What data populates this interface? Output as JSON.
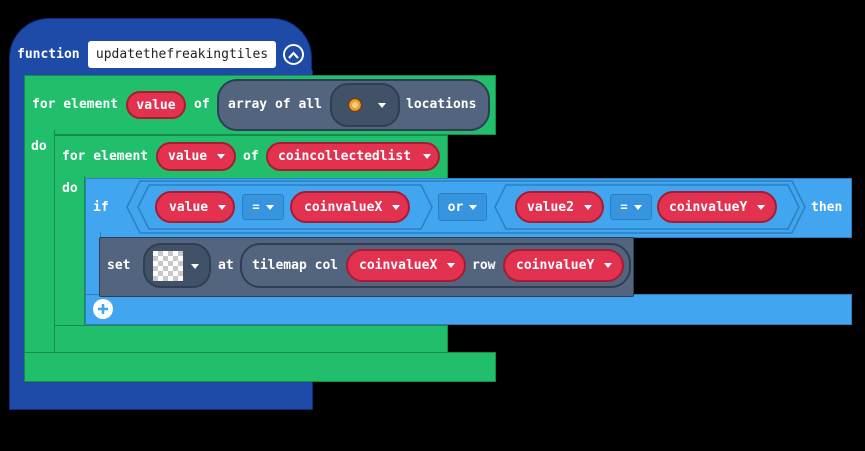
{
  "function_block": {
    "keyword": "function",
    "name": "updatethefreakingtiles"
  },
  "outer_loop": {
    "for_element": "for element",
    "variable": "value",
    "of": "of",
    "array_of_all": "array of all",
    "locations": "locations",
    "do": "do"
  },
  "inner_loop": {
    "for_element": "for element",
    "variable": "value",
    "of": "of",
    "list": "coincollectedlist",
    "do": "do"
  },
  "if_block": {
    "if": "if",
    "left_var": "value",
    "left_op": "=",
    "left_rhs": "coinvalueX",
    "logic_op": "or",
    "right_var": "value2",
    "right_op": "=",
    "right_rhs": "coinvalueY",
    "then": "then"
  },
  "set_block": {
    "set": "set",
    "at": "at",
    "tilemap_col": "tilemap col",
    "col_var": "coinvalueX",
    "row": "row",
    "row_var": "coinvalueY"
  },
  "colors": {
    "function": "#1e4aa8",
    "loop": "#21bf6b",
    "logic": "#42a5f0",
    "scene": "#53657e",
    "variable": "#e2324f"
  }
}
